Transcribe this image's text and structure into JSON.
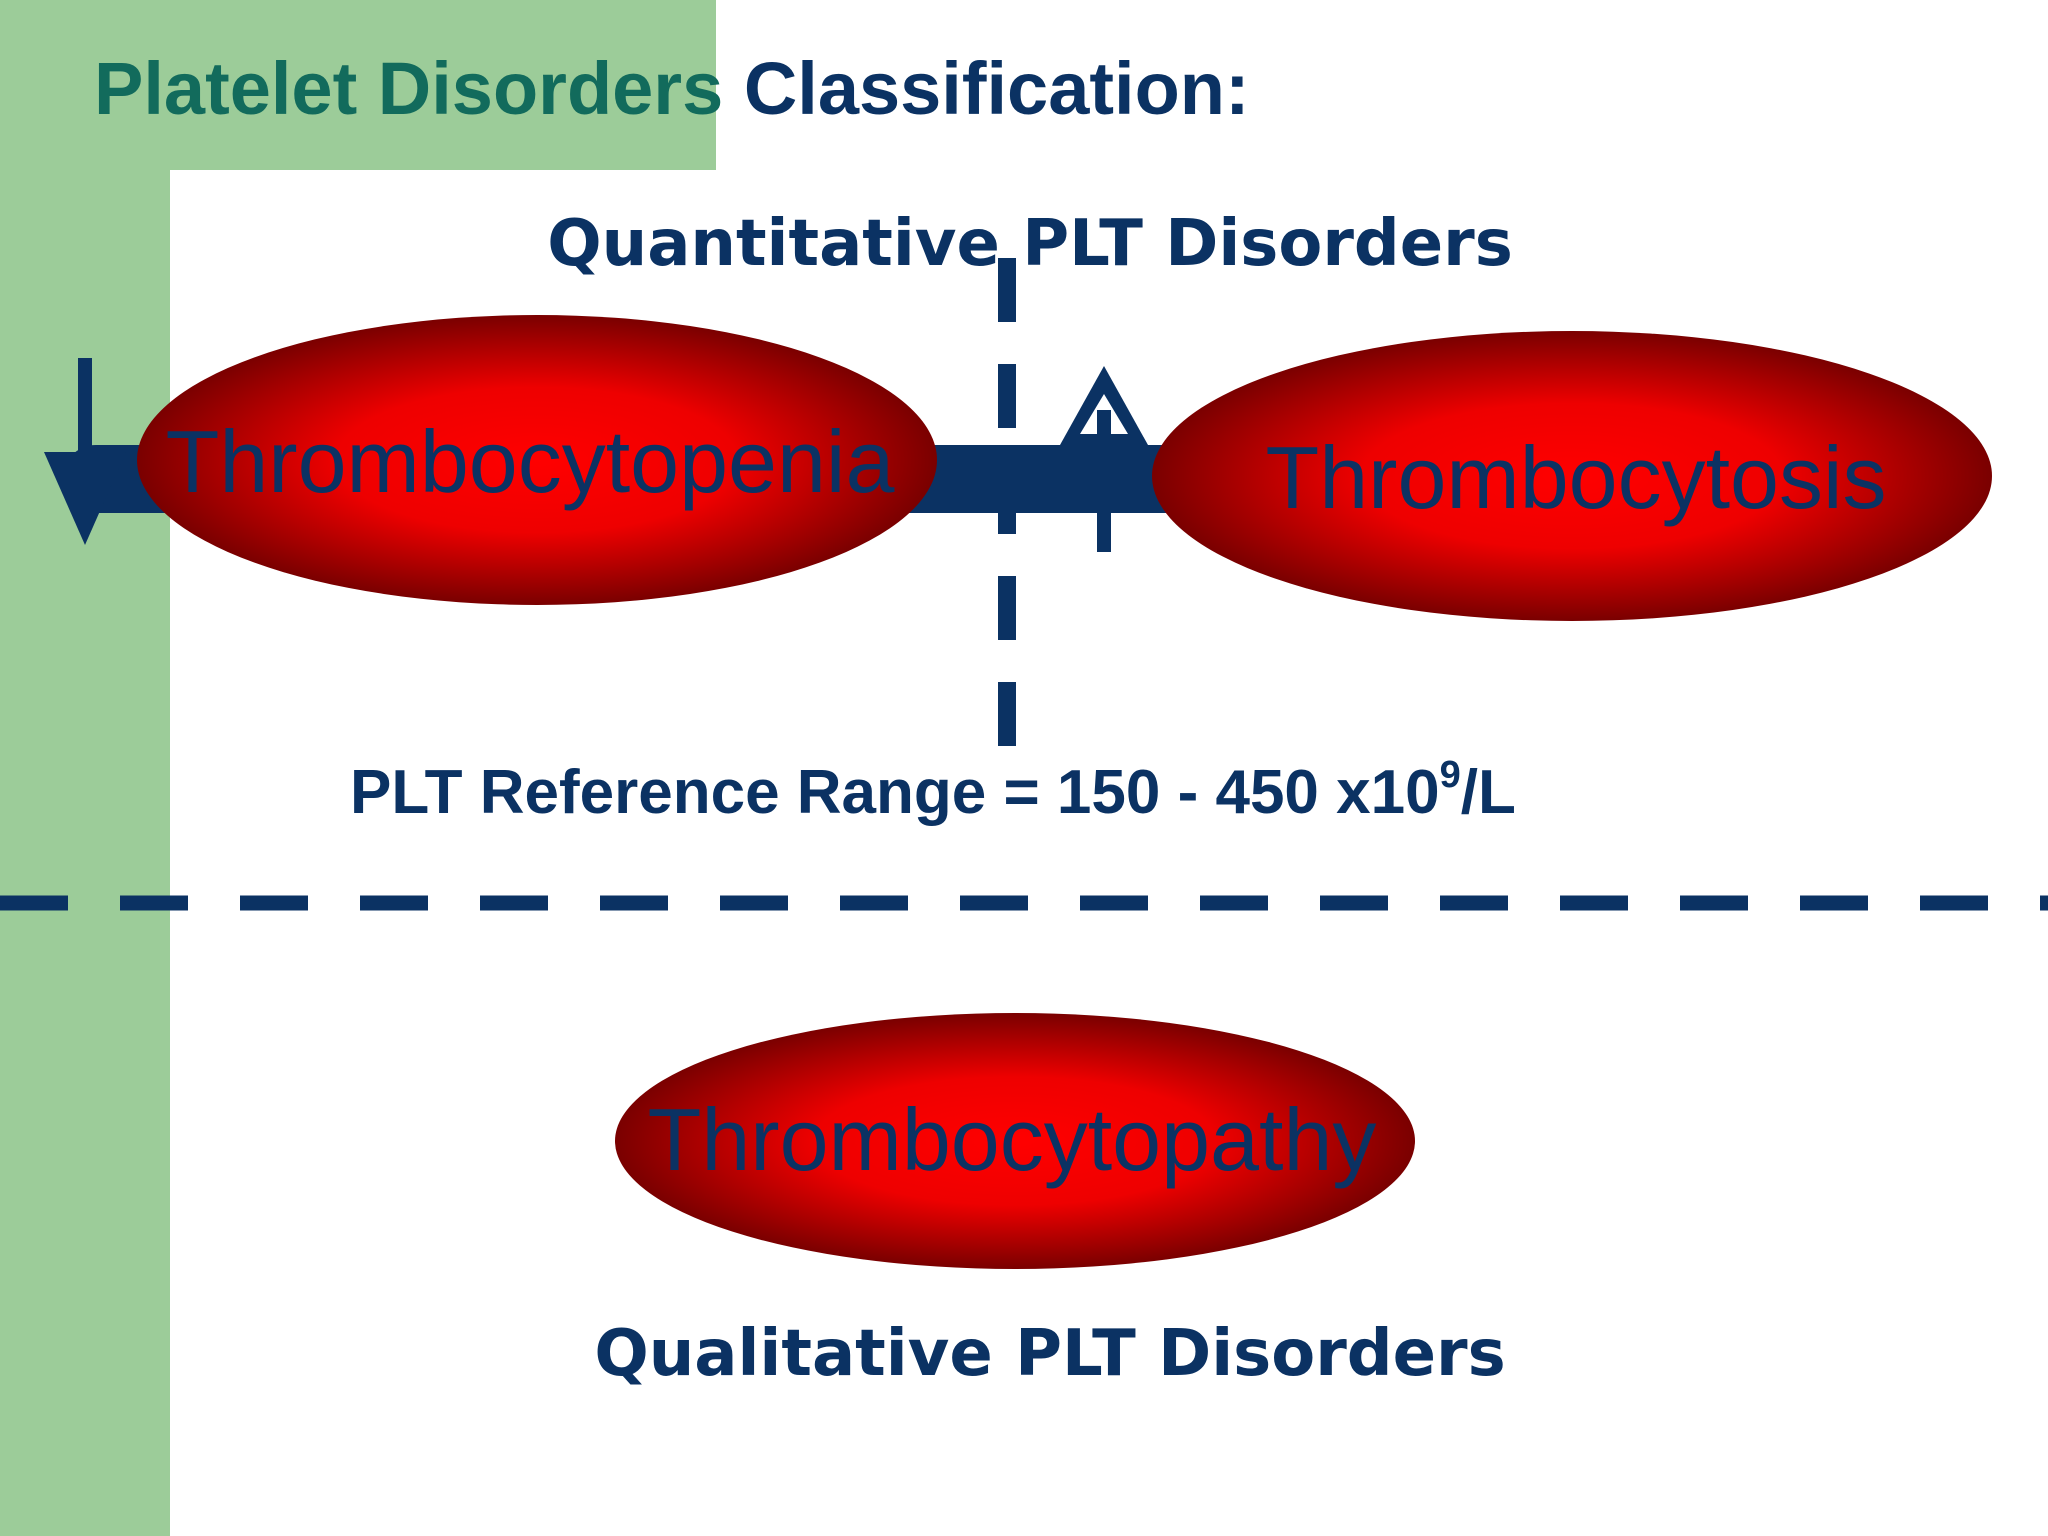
{
  "title": {
    "part1": "Platelet Disorders",
    "part2": "Classification:"
  },
  "quantitative_heading": "Quantitative PLT Disorders",
  "qualitative_heading": "Qualitative PLT Disorders",
  "reference_range": {
    "prefix": "PLT Reference Range = 150 - 450 x10",
    "exponent": "9",
    "suffix": "/L"
  },
  "disorders": {
    "low": "Thrombocytopenia",
    "high": "Thrombocytosis",
    "function": "Thrombocytopathy"
  },
  "icons": {
    "decrease": "down-arrow-icon",
    "increase": "up-arrow-icon"
  },
  "colors": {
    "green_panel": "#9ccc99",
    "title_green": "#126b5c",
    "navy": "#0b3263",
    "red_center": "#ff0000",
    "red_edge": "#7a0000"
  }
}
